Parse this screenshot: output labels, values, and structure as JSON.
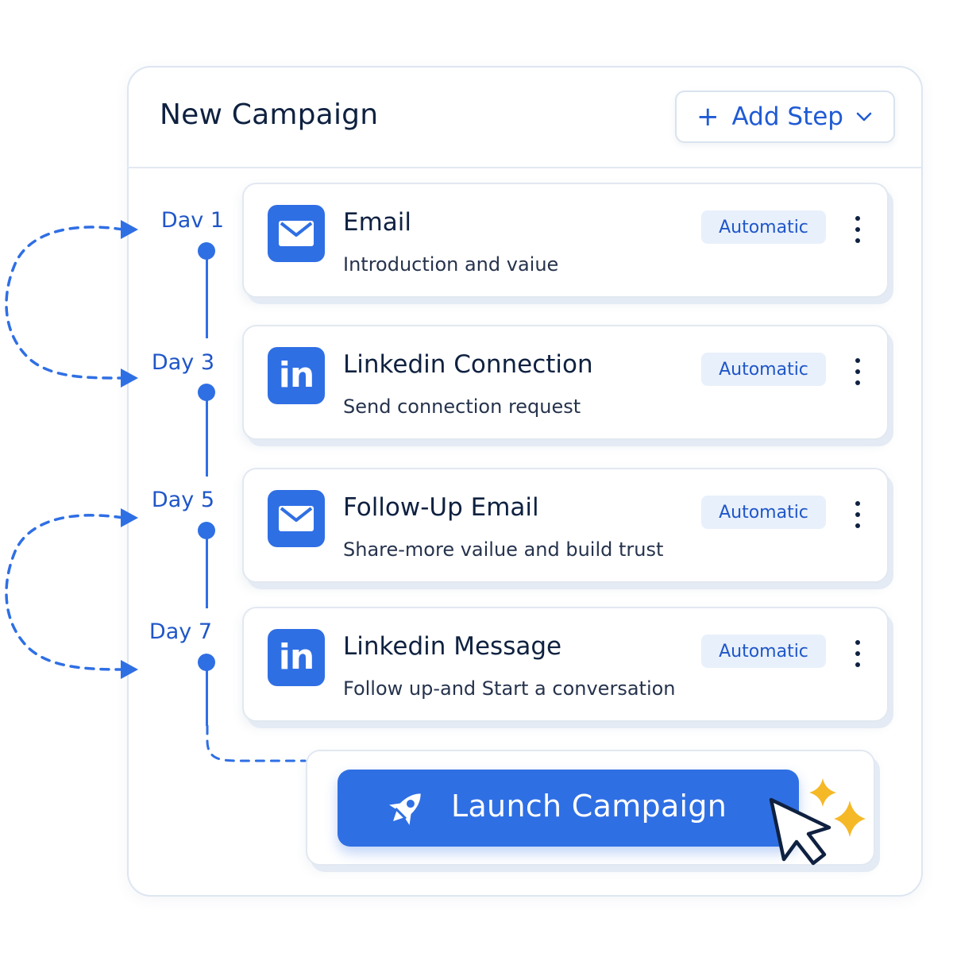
{
  "header": {
    "title": "New Campaign",
    "add_step": {
      "icon": "plus",
      "label": "Add Step",
      "dropdown_icon": "chevron-down"
    }
  },
  "timeline": {
    "days": [
      "Dav 1",
      "Day 3",
      "Day 5",
      "Day 7"
    ]
  },
  "steps": [
    {
      "icon": "mail",
      "title": "Email",
      "description": "Introduction and vaiue",
      "badge": "Automatic"
    },
    {
      "icon": "linkedin",
      "icon_text": "in",
      "title": "Linkedin Connection",
      "description": "Send connection request",
      "badge": "Automatic"
    },
    {
      "icon": "mail",
      "title": "Follow-Up Email",
      "description": "Share-more vailue and build trust",
      "badge": "Automatic"
    },
    {
      "icon": "linkedin",
      "icon_text": "in",
      "title": "Linkedin Message",
      "description": "Follow up-and Start a conversation",
      "badge": "Automatic"
    }
  ],
  "launch": {
    "label": "Launch Campaign",
    "icon": "rocket"
  },
  "decorations": {
    "cursor_icon": "pointer-cursor",
    "sparkle_icon": "sparkles"
  },
  "colors": {
    "accent": "#2f6fe4",
    "title_text": "#0f2140",
    "badge_bg": "#e8f0fb",
    "sparkle": "#f5b826"
  }
}
